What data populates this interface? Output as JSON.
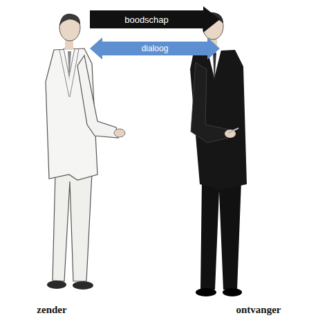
{
  "diagram": {
    "nodes": [
      {
        "text": [
          "zender"
        ]
      },
      {
        "text": [
          "ontvanger"
        ]
      }
    ],
    "edges": [
      {
        "from": 0,
        "to": 1,
        "label": "boodschap",
        "arrow": "to"
      },
      {
        "from": 0,
        "to": 1,
        "label": "dialoog",
        "arrow": "both"
      }
    ]
  }
}
